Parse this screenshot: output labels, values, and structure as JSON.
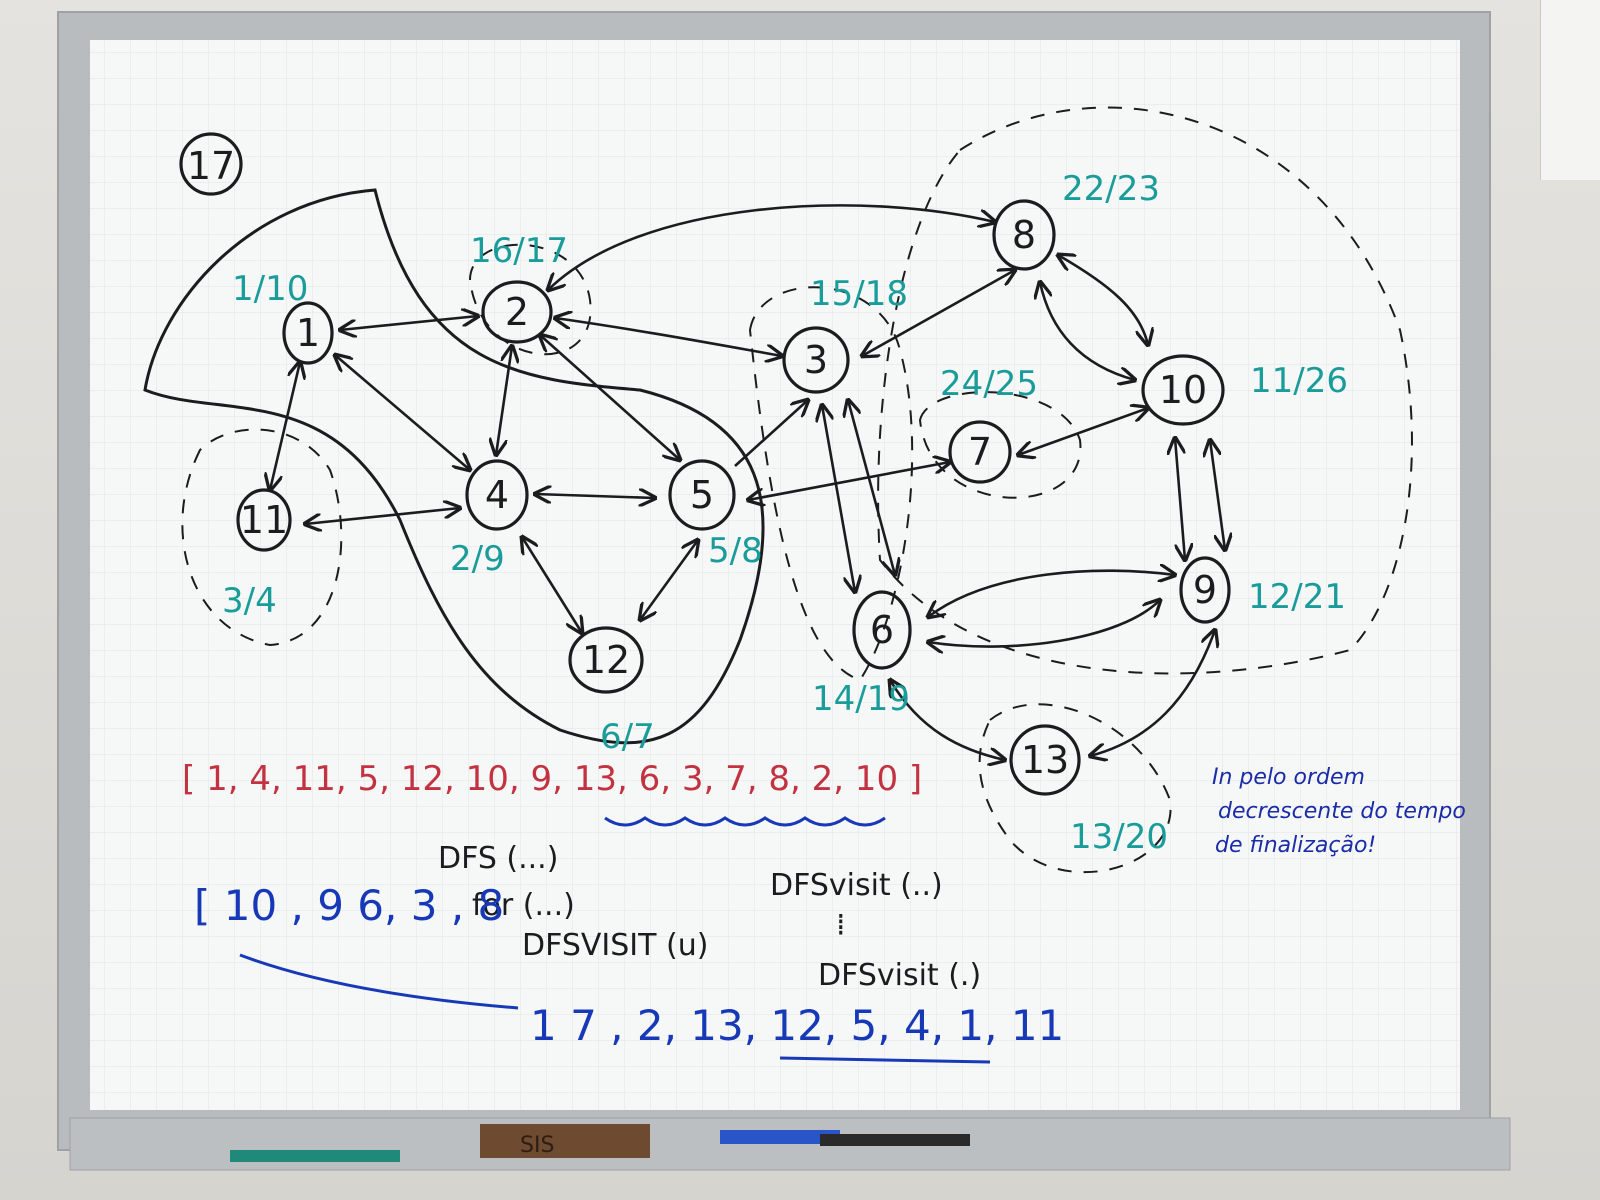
{
  "colors": {
    "teal": "#1a9c9a",
    "red": "#c23240",
    "blue": "#1739b8",
    "black": "#1c1c1f"
  },
  "board_number": "17",
  "nodes": [
    {
      "id": "1",
      "times": "1/10"
    },
    {
      "id": "2",
      "times": "16/17"
    },
    {
      "id": "3",
      "times": "15/18"
    },
    {
      "id": "4",
      "times": "2/9"
    },
    {
      "id": "5",
      "times": "5/8"
    },
    {
      "id": "6",
      "times": "14/19"
    },
    {
      "id": "7",
      "times": "24/25"
    },
    {
      "id": "8",
      "times": "22/23"
    },
    {
      "id": "9",
      "times": "12/21"
    },
    {
      "id": "10",
      "times": "11/26"
    },
    {
      "id": "11",
      "times": "3/4"
    },
    {
      "id": "12",
      "times": ""
    },
    {
      "id": "13",
      "times": "13/20"
    }
  ],
  "extra_teal_label": "6/7",
  "edges": [
    [
      "1",
      "2"
    ],
    [
      "1",
      "4"
    ],
    [
      "1",
      "11"
    ],
    [
      "2",
      "4"
    ],
    [
      "2",
      "5"
    ],
    [
      "2",
      "3"
    ],
    [
      "2",
      "8"
    ],
    [
      "4",
      "11"
    ],
    [
      "4",
      "5"
    ],
    [
      "4",
      "12"
    ],
    [
      "5",
      "12"
    ],
    [
      "5",
      "3"
    ],
    [
      "5",
      "7"
    ],
    [
      "3",
      "8"
    ],
    [
      "3",
      "6"
    ],
    [
      "6",
      "9"
    ],
    [
      "6",
      "13"
    ],
    [
      "9",
      "13"
    ],
    [
      "9",
      "10"
    ],
    [
      "10",
      "8"
    ],
    [
      "10",
      "7"
    ],
    [
      "8",
      "10"
    ]
  ],
  "red_sequence": "[ 1, 4, 11, 5, 12, 10, 9, 13, 6, 3, 7, 8, 2, 10 ]",
  "code_lines": {
    "dfs": "DFS (...)",
    "for": "for (...)",
    "dfsvisit_u": "DFSVISIT (u)",
    "dfsvisit_a": "DFSvisit (..)",
    "dfsvisit_b": "DFSvisit (.)",
    "dots": "⁞"
  },
  "blue_sequence_top": "[ 10 , 9 6, 3 , 8",
  "blue_sequence_bottom": "1 7 , 2, 13, 12, 5, 4, 1, 11",
  "note_lines": [
    "In pelo ordem",
    "decrescente do tempo",
    "de finalização!"
  ],
  "tray_label": "SIS"
}
